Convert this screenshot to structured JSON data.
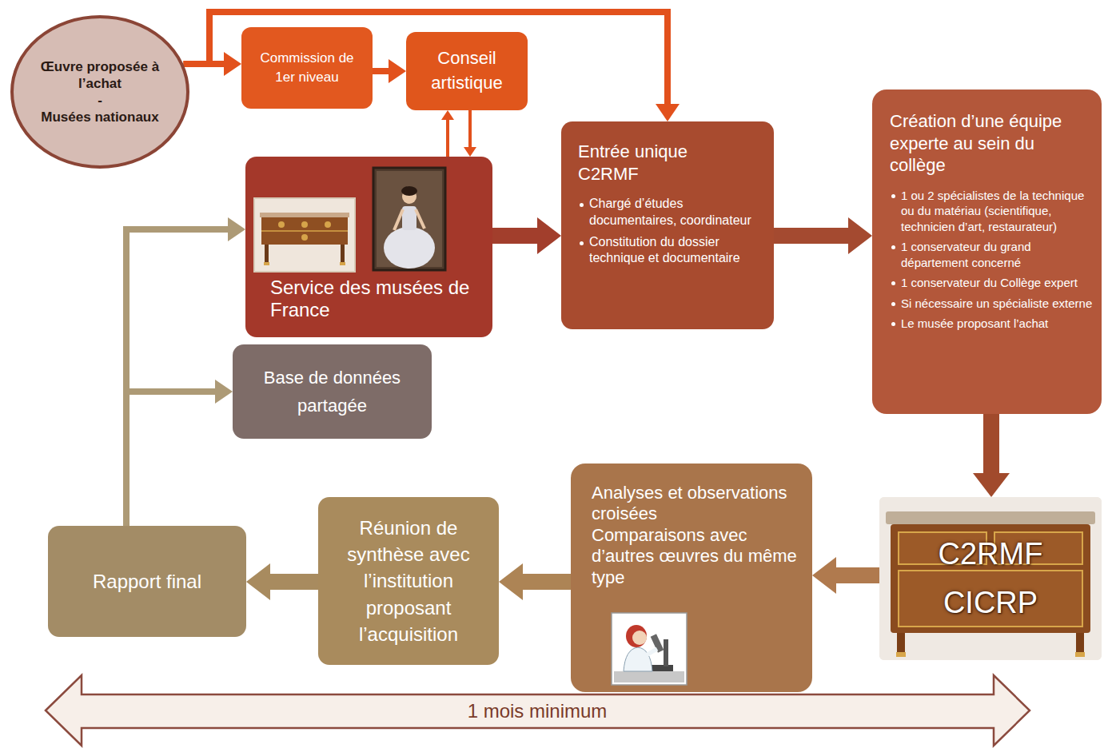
{
  "diagram": {
    "nodes": [
      {
        "text": [
          "Œuvre proposée à l’achat",
          "-",
          "Musées nationaux"
        ]
      },
      {
        "text": [
          "Commission de 1er niveau"
        ]
      },
      {
        "text": [
          "Conseil artistique"
        ]
      },
      {
        "text": [
          "Service des musées de France"
        ]
      },
      {
        "text": [
          "Entrée unique C2RMF",
          "Chargé d’études documentaires, coordinateur",
          "Constitution du dossier technique et documentaire"
        ]
      },
      {
        "text": [
          "Création d’une équipe experte au sein du collège",
          "1 ou 2 spécialistes de la technique ou du matériau (scientifique, technicien d’art, restaurateur)",
          "1 conservateur du grand département concerné",
          "1 conservateur du Collège expert",
          "Si nécessaire un spécialiste externe",
          "Le musée proposant l’achat"
        ]
      },
      {
        "text": [
          "Base de données partagée"
        ]
      },
      {
        "text": [
          "C2RMF",
          "CICRP"
        ]
      },
      {
        "text": [
          "Analyses et observations croisées",
          "Comparaisons avec d’autres œuvres du même type"
        ]
      },
      {
        "text": [
          "Réunion de synthèse avec l’institution proposant l’acquisition"
        ]
      },
      {
        "text": [
          "Rapport final"
        ]
      }
    ],
    "edges": [
      {
        "from": 0,
        "to": 1,
        "arrow": "to"
      },
      {
        "from": 1,
        "to": 2,
        "arrow": "to"
      },
      {
        "from": 0,
        "to": 4,
        "arrow": "to"
      },
      {
        "from": 3,
        "to": 2,
        "arrow": "to"
      },
      {
        "from": 2,
        "to": 3,
        "arrow": "to"
      },
      {
        "from": 3,
        "to": 4,
        "arrow": "to"
      },
      {
        "from": 4,
        "to": 5,
        "arrow": "to"
      },
      {
        "from": 5,
        "to": 7,
        "arrow": "to"
      },
      {
        "from": 7,
        "to": 8,
        "arrow": "to"
      },
      {
        "from": 8,
        "to": 9,
        "arrow": "to"
      },
      {
        "from": 9,
        "to": 10,
        "arrow": "to"
      },
      {
        "from": 10,
        "to": 3,
        "arrow": "to"
      },
      {
        "from": 10,
        "to": 6,
        "arrow": "to"
      }
    ],
    "labels": [
      "1 mois minimum"
    ]
  }
}
